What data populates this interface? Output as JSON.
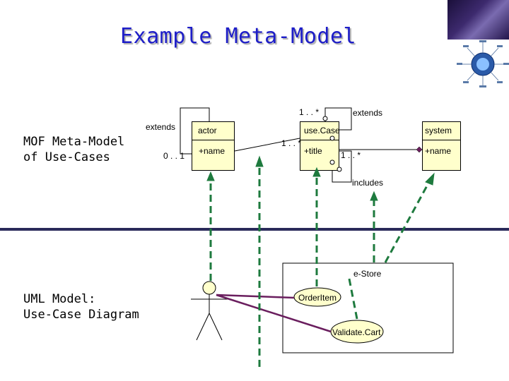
{
  "title": "Example Meta-Model",
  "left_labels": {
    "mof_line1": "MOF Meta-Model",
    "mof_line2": "of Use-Cases",
    "uml_line1": "UML Model:",
    "uml_line2": "Use-Case Diagram"
  },
  "meta": {
    "actor_class": "actor",
    "actor_attr": "+name",
    "usecase_class": "use.Case",
    "usecase_attr": "+title",
    "system_class": "system",
    "system_attr": "+name",
    "extends_left": "extends",
    "extends_right": "extends",
    "includes": "includes",
    "mult_actor_self": "0 . . 1",
    "mult_top": "1 . . *",
    "mult_actor_usecase": "1 . . *",
    "mult_usecase_system": "1 . . *"
  },
  "model": {
    "system_name": "e-Store",
    "usecase1": "OrderItem",
    "usecase2": "Validate.Cart"
  },
  "colors": {
    "title": "#1e1ec8",
    "class_fill": "#ffffcc",
    "separator": "#2a2a5a",
    "dashed_arrow": "#1e7a3e",
    "assoc_line": "#6a1e5e"
  }
}
